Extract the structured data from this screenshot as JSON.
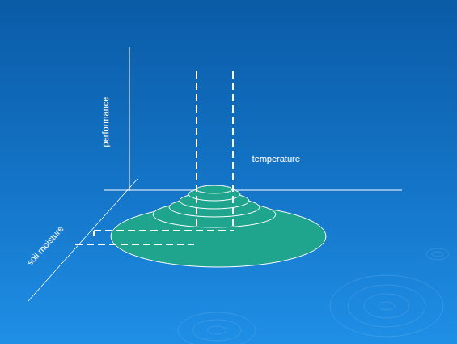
{
  "diagram": {
    "labels": [
      "performance",
      "temperature",
      "soil moisture"
    ]
  }
}
